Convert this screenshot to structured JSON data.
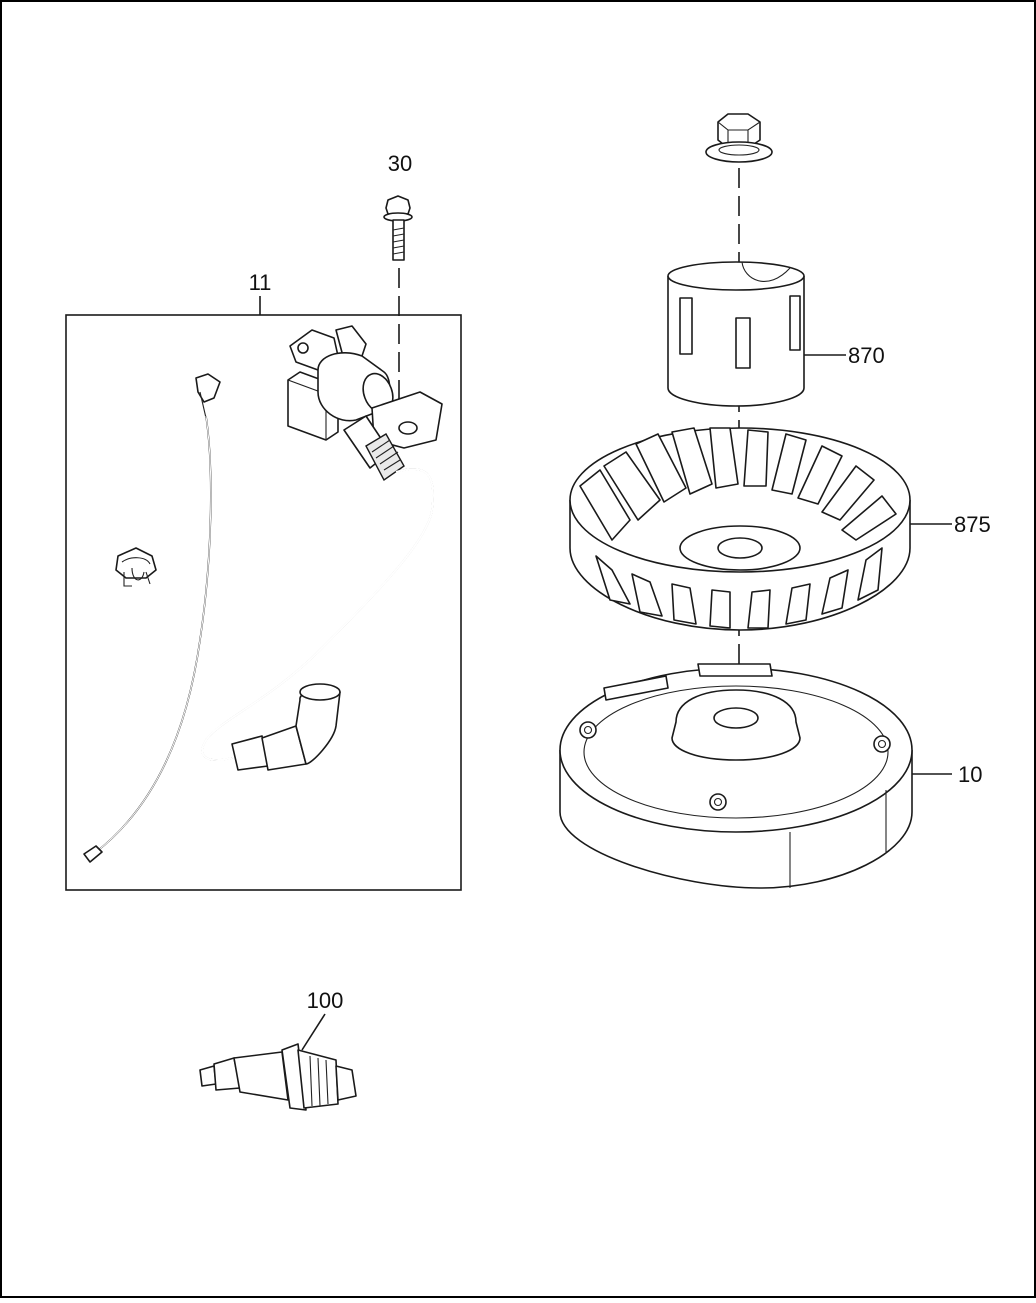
{
  "diagram": {
    "callouts": [
      {
        "id": "30",
        "label": "30"
      },
      {
        "id": "11",
        "label": "11"
      },
      {
        "id": "870",
        "label": "870"
      },
      {
        "id": "875",
        "label": "875"
      },
      {
        "id": "10",
        "label": "10"
      },
      {
        "id": "100",
        "label": "100"
      }
    ],
    "parts": [
      "flange-nut",
      "starter-cup",
      "blower-housing-fan",
      "flywheel",
      "ignition-armature",
      "bolt",
      "spark-plug",
      "ground-wire",
      "wire-clip"
    ]
  }
}
